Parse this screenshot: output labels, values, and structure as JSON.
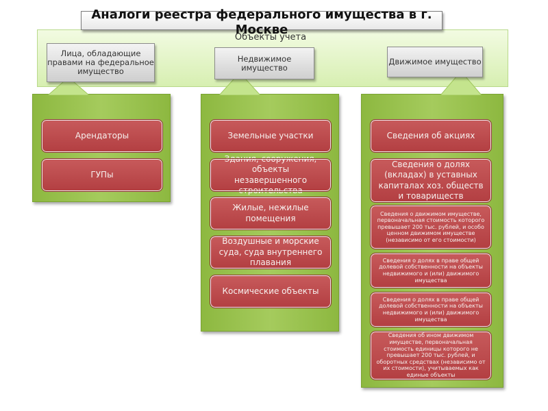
{
  "title": "Аналоги реестра федерального имущества в г. Москве",
  "band_caption": "Объекты учета",
  "headers": [
    "Лица, обладающие правами на федеральное имущество",
    "Недвижимое имущество",
    "Движимое имущество"
  ],
  "col1": [
    "Арендаторы",
    "ГУПы"
  ],
  "col2": [
    "Земельные участки",
    "Здания, сооружения, объекты незавершенного строительства",
    "Жилые, нежилые помещения",
    "Воздушные и морские суда, суда внутреннего плавания",
    "Космические объекты"
  ],
  "col3": [
    "Сведения об акциях",
    "Сведения о долях (вкладах) в уставных капиталах хоз. обществ и товариществ",
    "Сведения о движимом имуществе, первоначальная стоимость которого превышает 200 тыс. рублей, и особо ценном движимом имуществе (независимо от его стоимости)",
    "Сведения о долях в праве общей долевой собственности на объекты недвижимого и (или) движимого имущества",
    "Сведения о долях в праве общей долевой собственности на объекты недвижимого и (или) движимого имущества",
    "Сведения об ином движимом имуществе, первоначальная стоимость единицы которого не превышает 200 тыс. рублей, и оборотных средствах (независимо от их стоимости), учитываемых как единые объекты"
  ]
}
